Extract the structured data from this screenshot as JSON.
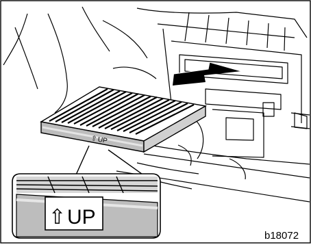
{
  "filter_label": {
    "arrow_glyph": "⇧",
    "text": "UP"
  },
  "callout_label": {
    "arrow_glyph": "⇧",
    "text": "UP"
  },
  "figure_code": "b18072"
}
